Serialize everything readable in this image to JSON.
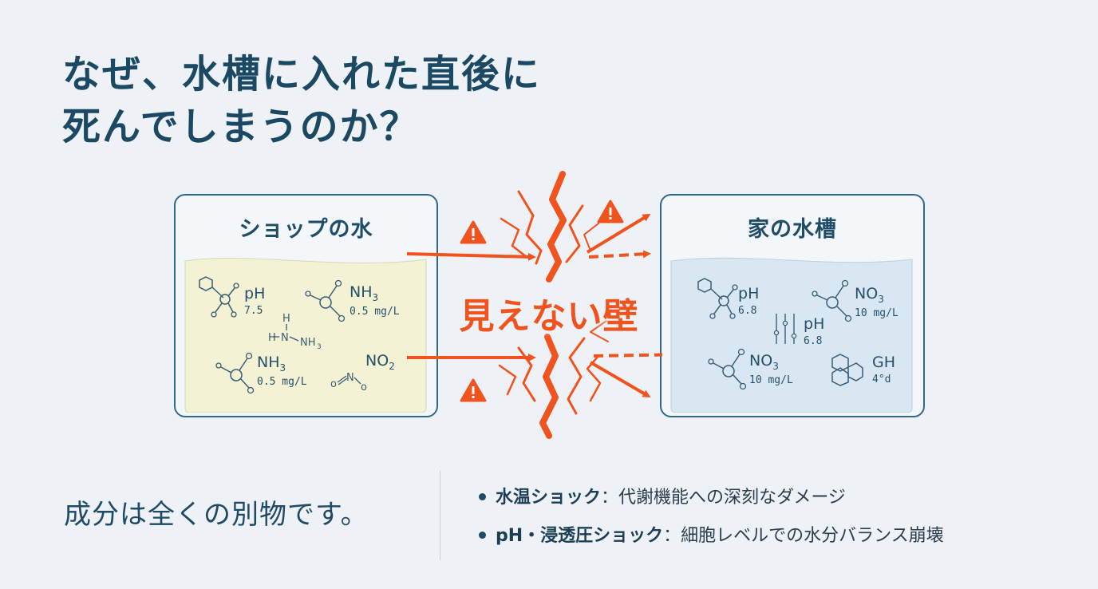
{
  "title": {
    "line1": "なぜ、水槽に入れた直後に",
    "line2": "死んでしまうのか？"
  },
  "shop": {
    "title": "ショップの水",
    "items": [
      {
        "formula": "pH",
        "value": "7.5"
      },
      {
        "formula": "NH3",
        "value": "0.5 mg/L"
      },
      {
        "formula": "NH3",
        "value": "0.5 mg/L"
      },
      {
        "formula": "NO2",
        "value": ""
      }
    ]
  },
  "home": {
    "title": "家の水槽",
    "items": [
      {
        "formula": "pH",
        "value": "6.8"
      },
      {
        "formula": "NO3",
        "value": "10 mg/L"
      },
      {
        "formula": "pH",
        "value": "6.8"
      },
      {
        "formula": "NO3",
        "value": "10 mg/L"
      },
      {
        "formula": "GH",
        "value": "4°d"
      }
    ]
  },
  "wall": {
    "label": "見えない壁"
  },
  "summary": "成分は全くの別物です。",
  "bullets": [
    {
      "term": "水温ショック",
      "desc": "：代謝機能への深刻なダメージ"
    },
    {
      "term": "pH・浸透圧ショック",
      "desc": "：細胞レベルでの水分バランス崩壊"
    }
  ],
  "colors": {
    "accent": "#f0531e",
    "navy": "#1b4863",
    "shop_water": "#f3f2d4",
    "home_water": "#d9e7f3"
  }
}
